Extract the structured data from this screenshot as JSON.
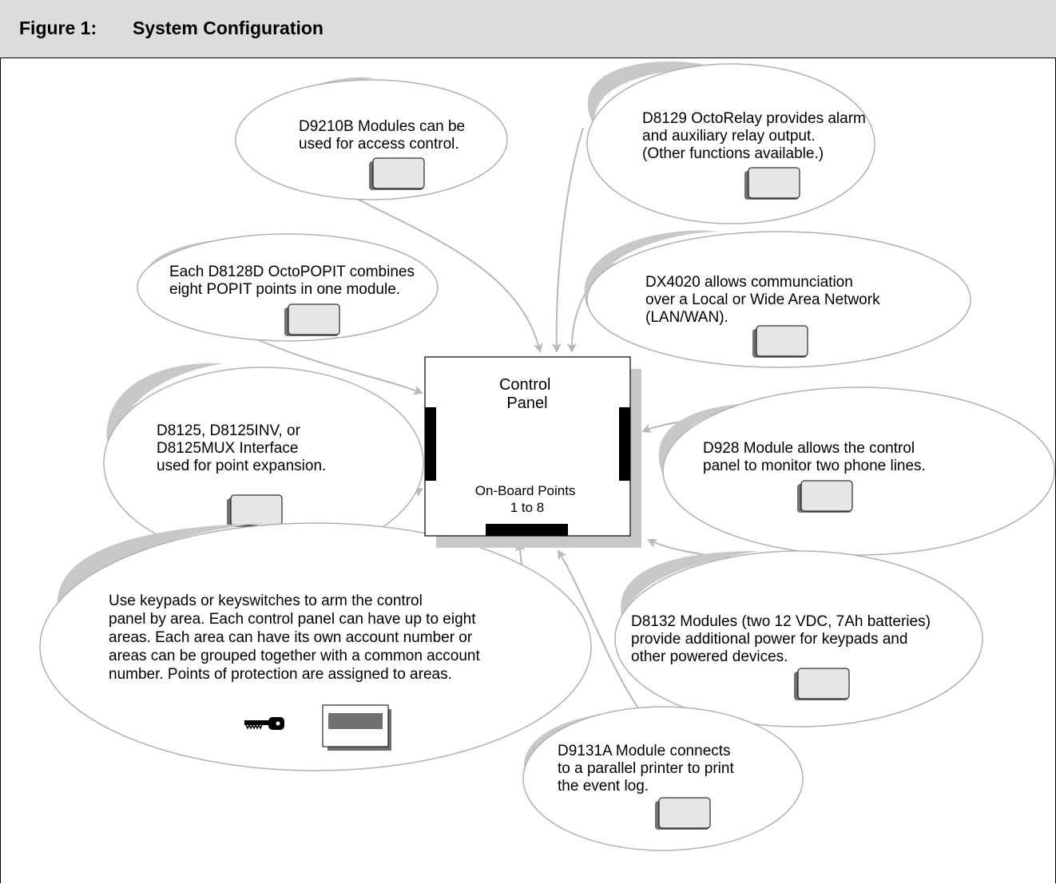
{
  "figure": {
    "label": "Figure 1:",
    "title": "System Configuration"
  },
  "control_panel": {
    "title_line1": "Control",
    "title_line2": "Panel",
    "points_line1": "On-Board Points",
    "points_line2": "1 to 8"
  },
  "modules": {
    "d9210b": [
      "D9210B Modules can be",
      "used for access control."
    ],
    "d8129": [
      "D8129 OctoRelay provides alarm",
      "and auxiliary relay output.",
      "(Other functions available.)"
    ],
    "d8128d": [
      "Each D8128D OctoPOPIT combines",
      "eight POPIT points in one module."
    ],
    "dx4020": [
      "DX4020 allows communciation",
      "over a Local or Wide Area Network",
      "(LAN/WAN)."
    ],
    "d8125": [
      "D8125, D8125INV, or",
      "D8125MUX Interface",
      "used for point expansion."
    ],
    "d928": [
      "D928 Module allows the control",
      "panel to monitor two phone lines."
    ],
    "keypads": [
      "Use keypads or keyswitches to arm the control",
      "panel by area. Each control panel can have up to eight",
      "areas. Each area can have its own account number or",
      "areas can be grouped together with a common account",
      "number. Points of protection are assigned to areas."
    ],
    "d8132": [
      "D8132 Modules (two 12 VDC, 7Ah batteries)",
      "provide additional power for keypads and",
      "other powered devices."
    ],
    "d9131a": [
      "D9131A Module connects",
      "to a parallel printer to print",
      "the event log."
    ]
  },
  "colors": {
    "header_bg": "#dcdcdc",
    "bubble_shadow": "#c8c8c8",
    "bubble_outline": "#b0b0b0",
    "connector": "#b8b8b8",
    "module_fill": "#e6e6e6",
    "module_shadow": "#707070"
  }
}
